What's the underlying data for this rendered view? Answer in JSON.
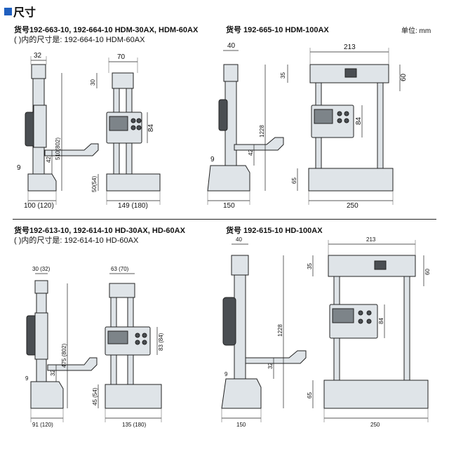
{
  "title": "尺寸",
  "unit": "单位: mm",
  "section1": {
    "left_line1": "货号192-663-10, 192-664-10 HDM-30AX, HDM-60AX",
    "left_line2": "( )内的尺寸是: 192-664-10 HDM-60AX",
    "right_line1": "货号 192-665-10 HDM-100AX"
  },
  "section2": {
    "left_line1": "货号192-613-10, 192-614-10 HD-30AX, HD-60AX",
    "left_line2": "( )内的尺寸是: 192-614-10 HD-60AX",
    "right_line1": "货号 192-615-10 HD-100AX"
  },
  "dims": {
    "d1_32": "32",
    "d1_70": "70",
    "d1_30": "30",
    "d1_84": "84",
    "d1_510": "510(802)",
    "d1_42": "42",
    "d1_9": "9",
    "d1_50": "50(54)",
    "d1_100": "100 (120)",
    "d1_149": "149 (180)",
    "d2_40": "40",
    "d2_213": "213",
    "d2_35": "35",
    "d2_60": "60",
    "d2_84": "84",
    "d2_1228": "1228",
    "d2_42": "42",
    "d2_9": "9",
    "d2_65": "65",
    "d2_150": "150",
    "d2_250": "250",
    "d3_30": "30 (32)",
    "d3_63": "63 (70)",
    "d3_475": "475 (802)",
    "d3_83": "83 (84)",
    "d3_32": "32",
    "d3_9": "9",
    "d3_45": "45 (54)",
    "d3_91": "91 (120)",
    "d3_135": "135 (180)",
    "d4_40": "40",
    "d4_213": "213",
    "d4_35": "35",
    "d4_60": "60",
    "d4_84": "84",
    "d4_1228": "1228",
    "d4_32": "32",
    "d4_9": "9",
    "d4_65": "65",
    "d4_150": "150",
    "d4_250": "250"
  }
}
